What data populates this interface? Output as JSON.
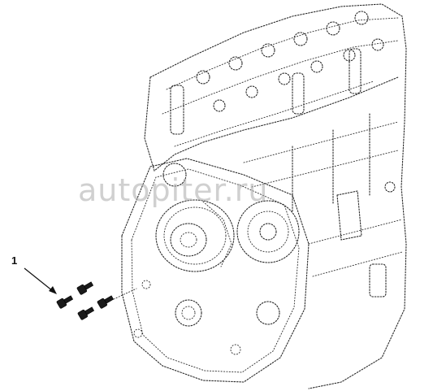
{
  "diagram": {
    "callout": {
      "number": "1"
    },
    "watermark": {
      "text": "autopiter.ru"
    },
    "colors": {
      "line": "#2a2a2a",
      "bolt": "#1a1a1a",
      "watermark": "#aaaaaa"
    },
    "parts": [
      {
        "name": "engine-block"
      },
      {
        "name": "timing-cover"
      },
      {
        "name": "pulley"
      },
      {
        "name": "bolt-set",
        "count": 4
      }
    ]
  }
}
